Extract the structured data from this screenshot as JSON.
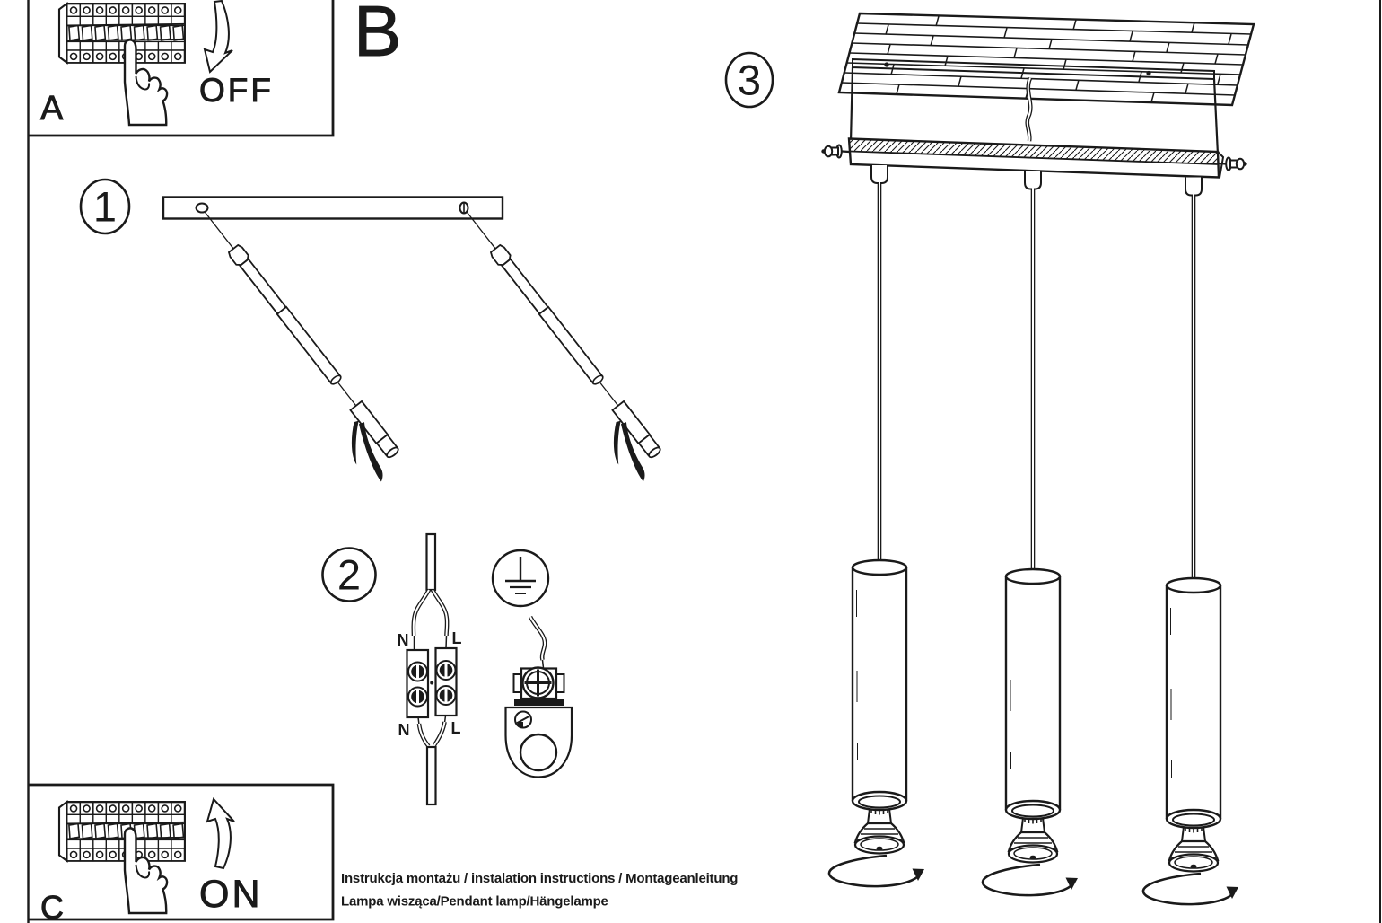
{
  "document": {
    "footer": {
      "line1": "Instrukcja montażu / instalation instructions / Montageanleitung",
      "line2": "Lampa wisząca/Pendant lamp/Hängelampe"
    }
  },
  "panel_boxes": {
    "a": {
      "label": "A",
      "state": "OFF"
    },
    "b": {
      "label": "B"
    },
    "c": {
      "label": "C",
      "state": "ON"
    }
  },
  "steps": {
    "one": {
      "number": "1"
    },
    "two": {
      "number": "2"
    },
    "three": {
      "number": "3"
    }
  },
  "wiring_labels": {
    "neutral_top": "N",
    "live_top": "L",
    "neutral_bottom": "N",
    "live_bottom": "L"
  },
  "colors": {
    "ink": "#1a1a1a",
    "paper": "#ffffff"
  }
}
